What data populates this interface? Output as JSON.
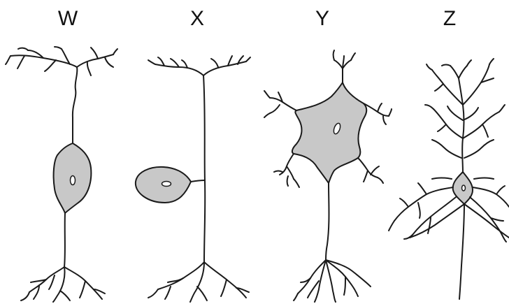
{
  "labels": {
    "w": "W",
    "x": "X",
    "y": "Y",
    "z": "Z"
  },
  "colors": {
    "cell_body_fill": "#c8c8c8",
    "outline": "#1a1a1a",
    "background": "#ffffff"
  }
}
